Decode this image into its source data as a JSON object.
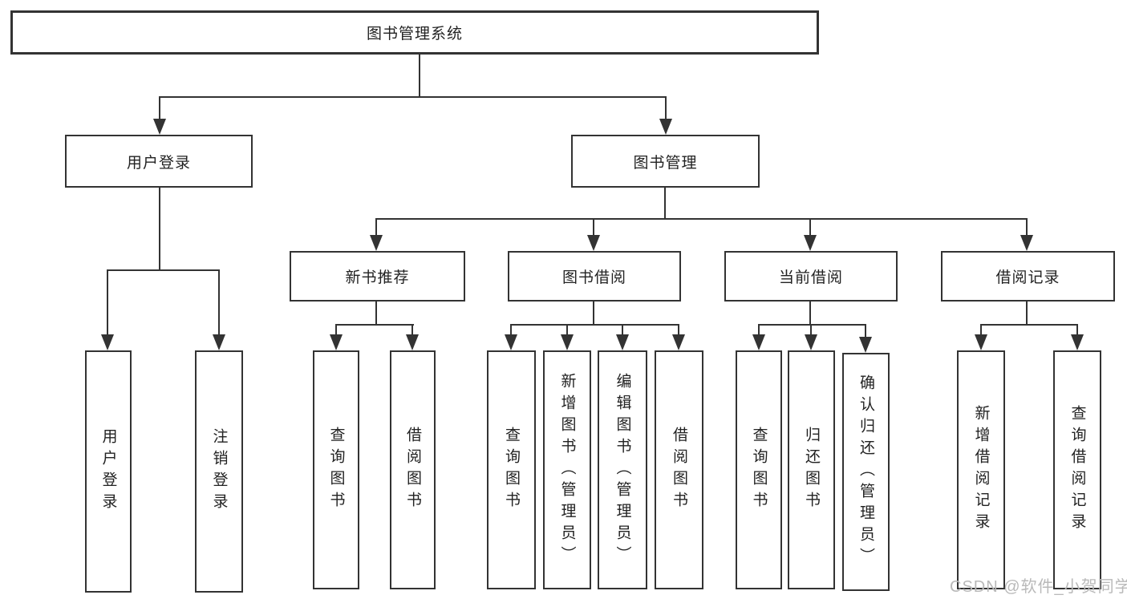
{
  "diagram": {
    "title": "图书管理系统",
    "branches": [
      {
        "label": "用户登录",
        "children": [
          {
            "label": "用户登录"
          },
          {
            "label": "注销登录"
          }
        ]
      },
      {
        "label": "图书管理",
        "children": [
          {
            "label": "新书推荐",
            "children": [
              {
                "label": "查询图书"
              },
              {
                "label": "借阅图书"
              }
            ]
          },
          {
            "label": "图书借阅",
            "children": [
              {
                "label": "查询图书"
              },
              {
                "label": "新增图书（管理员）"
              },
              {
                "label": "编辑图书（管理员）"
              },
              {
                "label": "借阅图书"
              }
            ]
          },
          {
            "label": "当前借阅",
            "children": [
              {
                "label": "查询图书"
              },
              {
                "label": "归还图书"
              },
              {
                "label": "确认归还（管理员）"
              }
            ]
          },
          {
            "label": "借阅记录",
            "children": [
              {
                "label": "新增借阅记录"
              },
              {
                "label": "查询借阅记录"
              }
            ]
          }
        ]
      }
    ]
  },
  "watermark": {
    "text": "CSDN @软件_小贺同学"
  },
  "colors": {
    "line": "#333333",
    "text": "#222222",
    "watermark": "#b9b9b9",
    "background": "#ffffff"
  }
}
